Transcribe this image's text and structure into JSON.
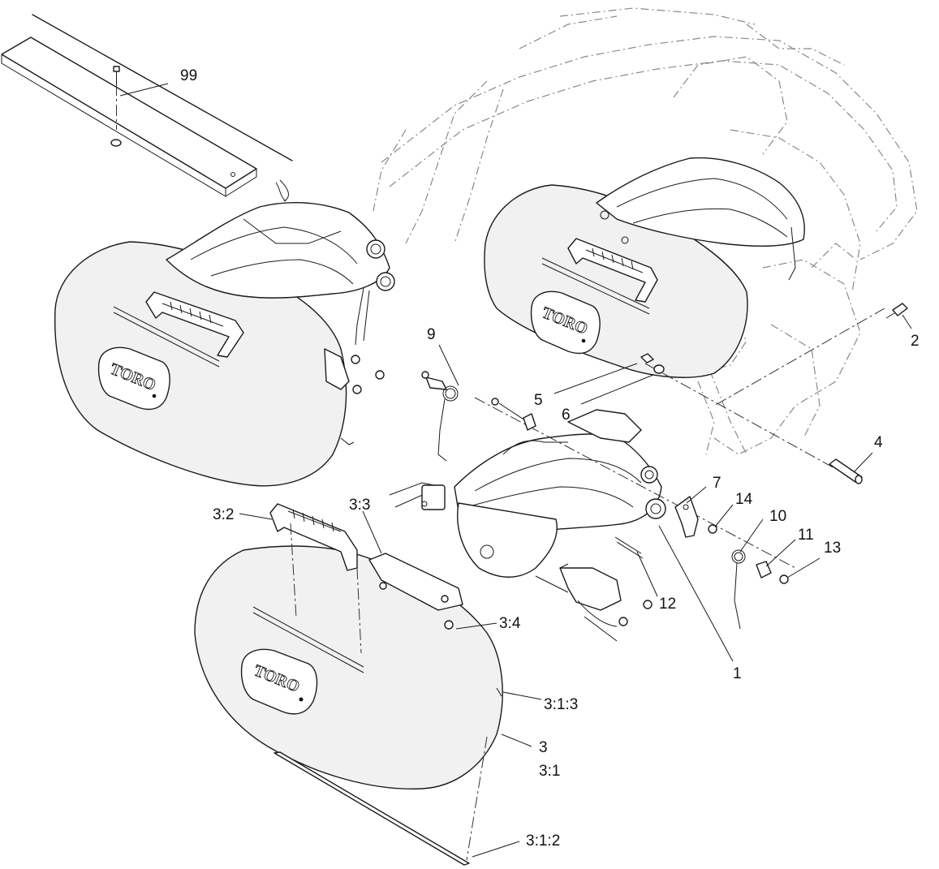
{
  "brand": "TORO",
  "callouts": [
    {
      "id": "c99",
      "text": "99"
    },
    {
      "id": "c9",
      "text": "9"
    },
    {
      "id": "c2",
      "text": "2"
    },
    {
      "id": "c5",
      "text": "5"
    },
    {
      "id": "c6",
      "text": "6"
    },
    {
      "id": "c4",
      "text": "4"
    },
    {
      "id": "c7",
      "text": "7"
    },
    {
      "id": "c14",
      "text": "14"
    },
    {
      "id": "c10",
      "text": "10"
    },
    {
      "id": "c11",
      "text": "11"
    },
    {
      "id": "c13",
      "text": "13"
    },
    {
      "id": "c12",
      "text": "12"
    },
    {
      "id": "c1",
      "text": "1"
    },
    {
      "id": "c3_2",
      "text": "3:2"
    },
    {
      "id": "c3_3",
      "text": "3:3"
    },
    {
      "id": "c3_4",
      "text": "3:4"
    },
    {
      "id": "c3_1_3",
      "text": "3:1:3"
    },
    {
      "id": "c3",
      "text": "3"
    },
    {
      "id": "c3_1",
      "text": "3:1"
    },
    {
      "id": "c3_1_2",
      "text": "3:1:2"
    }
  ]
}
